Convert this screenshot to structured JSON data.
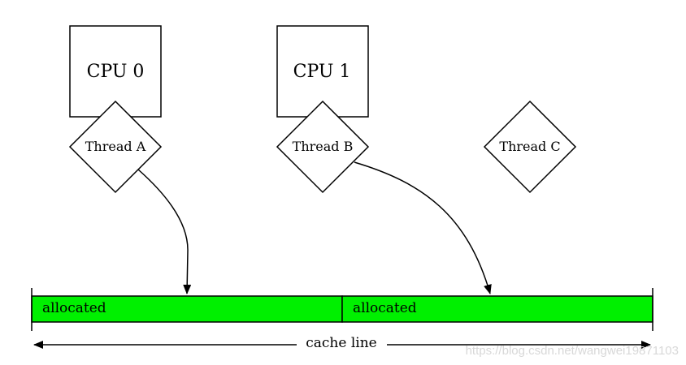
{
  "cpus": [
    {
      "label": "CPU 0"
    },
    {
      "label": "CPU 1"
    }
  ],
  "threads": [
    {
      "label": "Thread A"
    },
    {
      "label": "Thread B"
    },
    {
      "label": "Thread C"
    }
  ],
  "cache_line": {
    "label": "cache line",
    "cells": [
      {
        "label": "allocated",
        "color": "#00f000"
      },
      {
        "label": "allocated",
        "color": "#00f000"
      }
    ]
  },
  "watermark": "https://blog.csdn.net/wangwei19871103"
}
